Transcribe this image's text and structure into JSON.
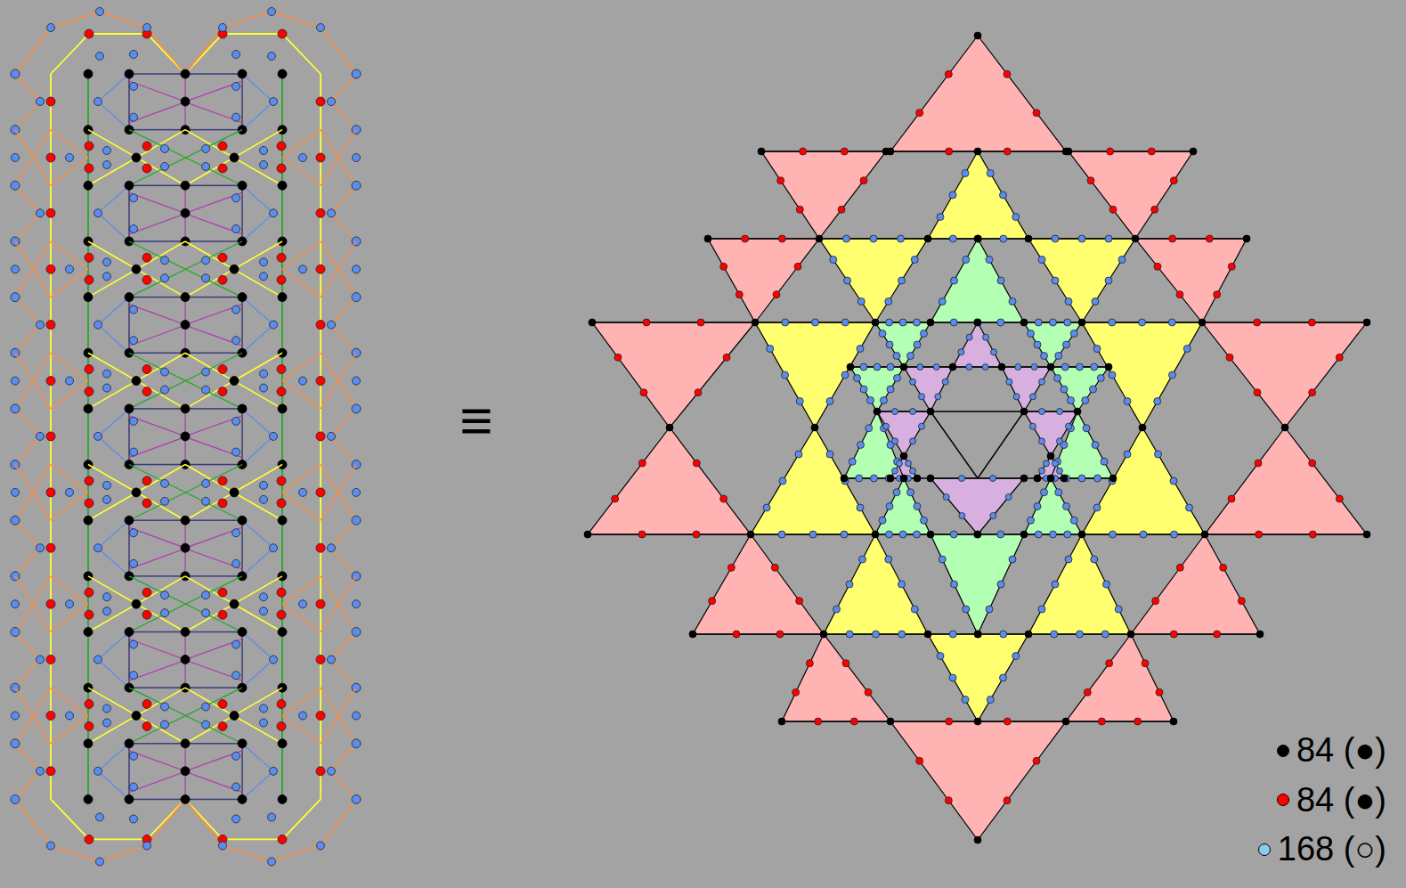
{
  "diagram": {
    "labels": [
      "≡"
    ],
    "legend": [
      {
        "text": "84 (●)",
        "color": "#000000"
      },
      {
        "text": "84 (●)",
        "color": "#ff0000"
      },
      {
        "text": "168 (○)",
        "color": "#87ceeb"
      }
    ]
  }
}
